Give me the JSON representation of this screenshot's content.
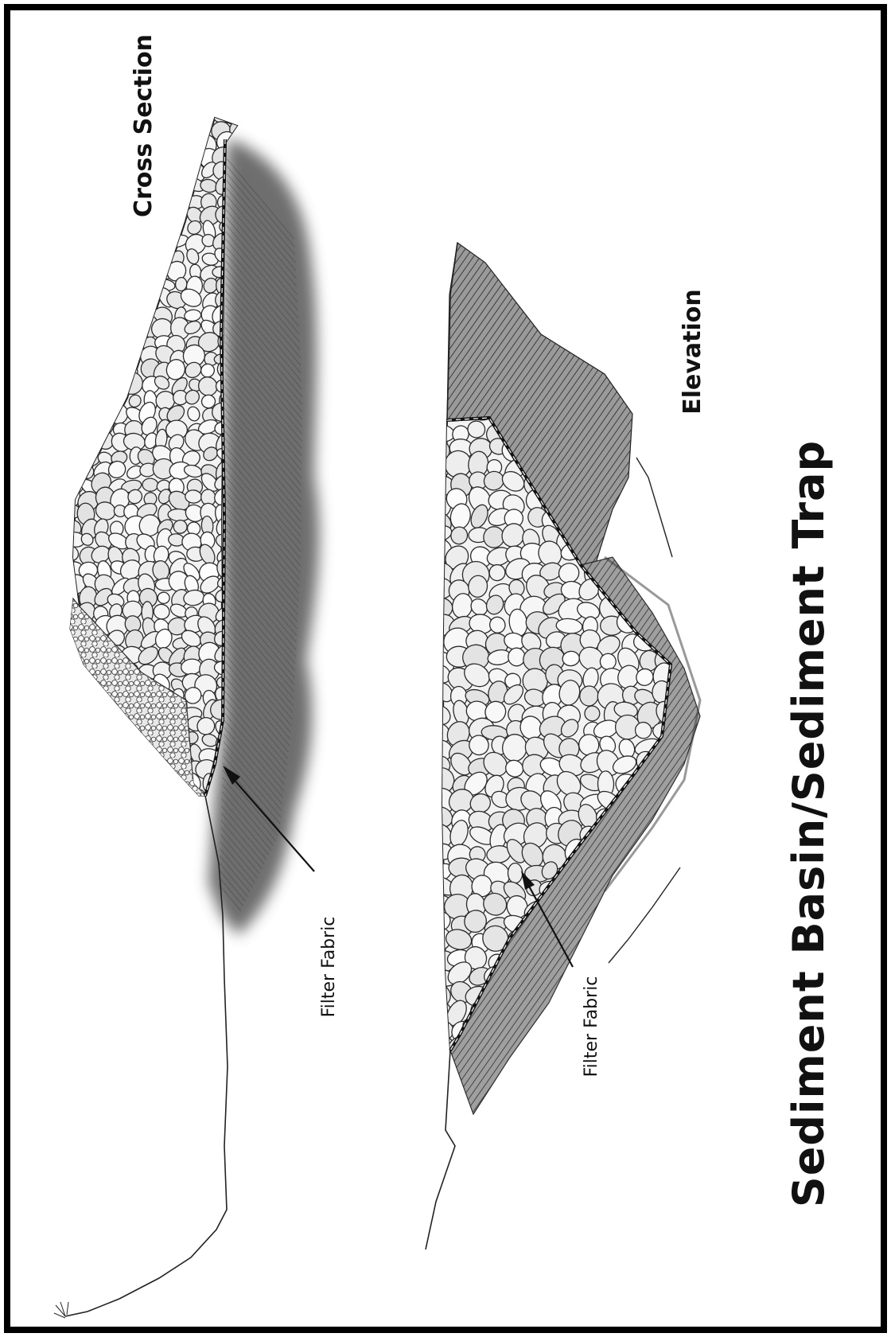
{
  "title": "Sediment Basin/Sediment Trap",
  "views": {
    "cross_section": {
      "label": "Cross Section",
      "callout": "Filter Fabric"
    },
    "elevation": {
      "label": "Elevation",
      "callout": "Filter Fabric"
    }
  },
  "colors": {
    "frame": "#000000",
    "ink": "#1a1a1a",
    "soil_dark": "#4a4a4a",
    "soil_mid": "#8c8c8c",
    "rock_fill": "#f2f2f2",
    "background": "#ffffff"
  }
}
